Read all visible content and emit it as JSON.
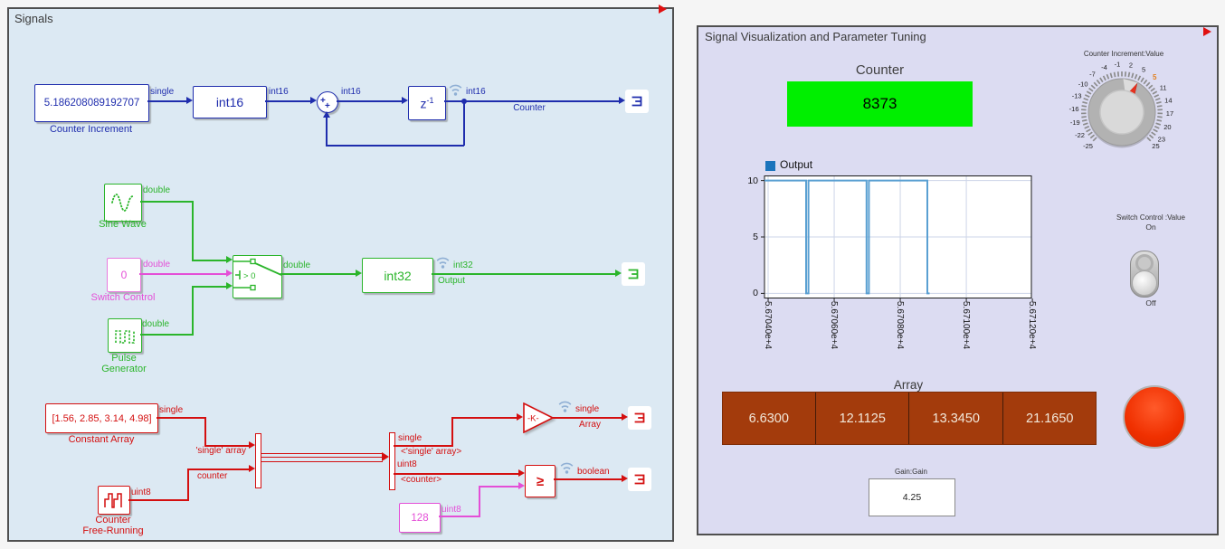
{
  "signals_panel": {
    "title": "Signals",
    "blocks": {
      "counter_increment": {
        "value": "5.186208089192707",
        "label": "Counter Increment"
      },
      "int16_conv": {
        "text": "int16"
      },
      "sum": {
        "sign_left": "+",
        "sign_bottom": "+"
      },
      "unit_delay": {
        "base": "z",
        "exp": "-1"
      },
      "sine_wave": {
        "label": "Sine Wave"
      },
      "switch_control": {
        "value": "0",
        "label": "Switch Control"
      },
      "pulse_generator": {
        "label_line1": "Pulse",
        "label_line2": "Generator"
      },
      "switch": {
        "criteria": "> 0"
      },
      "int32_conv": {
        "text": "int32"
      },
      "constant_array": {
        "value": "[1.56, 2.85, 3.14, 4.98]",
        "label": "Constant Array"
      },
      "counter_free_running": {
        "label_line1": "Counter",
        "label_line2": "Free-Running"
      },
      "gain": {
        "text": "-K-"
      },
      "relational_operator": {
        "text": "≥"
      },
      "constant_128": {
        "value": "128"
      }
    },
    "signal_labels": {
      "single_1": "single",
      "int16_1": "int16",
      "int16_2": "int16",
      "int16_3": "int16",
      "counter_line": "Counter",
      "double_sine": "double",
      "double_sc": "double",
      "double_pulse": "double",
      "double_out": "double",
      "int32_out": "int32",
      "output_line": "Output",
      "single_ca": "single",
      "single_array_in": "'single' array",
      "uint8_counter": "uint8",
      "counter_in": "counter",
      "sel_single": "single",
      "sel_single_array": "<'single' array>",
      "sel_uint8": "uint8",
      "sel_counter": "<counter>",
      "gain_single": "single",
      "array_line": "Array",
      "boolean_line": "boolean",
      "uint8_128": "uint8"
    }
  },
  "dashboard_panel": {
    "title": "Signal Visualization and Parameter Tuning",
    "counter_display": {
      "label": "Counter",
      "value": "8373",
      "color": "#00ef00"
    },
    "knob": {
      "label": "Counter Increment:Value",
      "min": -25,
      "max": 25,
      "value": 5.19,
      "value_label": "5",
      "value_label_at": 8,
      "value_color": "#e2801e",
      "labeled_ticks": [
        -25,
        -22,
        -19,
        -16,
        -13,
        -10,
        -7,
        -4,
        -1,
        2,
        5,
        11,
        14,
        17,
        20,
        23,
        25
      ]
    },
    "switch": {
      "label": "Switch Control :Value",
      "top_label": "On",
      "bottom_label": "Off",
      "state": "Off"
    },
    "array_display": {
      "label": "Array",
      "values": [
        "6.6300",
        "12.1125",
        "13.3450",
        "21.1650"
      ],
      "cell_color": "#a33b0c"
    },
    "lamp": {
      "color": "#f03000"
    },
    "gain_field": {
      "label": "Gain:Gain",
      "value": "4.25"
    }
  },
  "chart_data": {
    "type": "line",
    "legend": [
      "Output"
    ],
    "legend_position": "top-left",
    "grid": true,
    "xlim": [
      56703.89,
      56711.97
    ],
    "ylim": [
      -0.45,
      10.45
    ],
    "xticks": [
      56704,
      56706,
      56708,
      56710,
      56712
    ],
    "xtick_labels": [
      "5.67040e+4",
      "5.67060e+4",
      "5.67080e+4",
      "5.67100e+4",
      "5.67120e+4"
    ],
    "yticks": [
      0,
      5,
      10
    ],
    "series": [
      {
        "name": "Output",
        "color": "#5aa0d2",
        "legend_color": "#1b74bc",
        "points": [
          [
            56703.89,
            10
          ],
          [
            56705.15,
            10
          ],
          [
            56705.15,
            0
          ],
          [
            56705.22,
            0
          ],
          [
            56705.22,
            10
          ],
          [
            56706.98,
            10
          ],
          [
            56706.98,
            0
          ],
          [
            56707.05,
            0
          ],
          [
            56707.05,
            10
          ],
          [
            56708.82,
            10
          ],
          [
            56708.82,
            0
          ],
          [
            56708.89,
            0
          ]
        ]
      }
    ]
  }
}
